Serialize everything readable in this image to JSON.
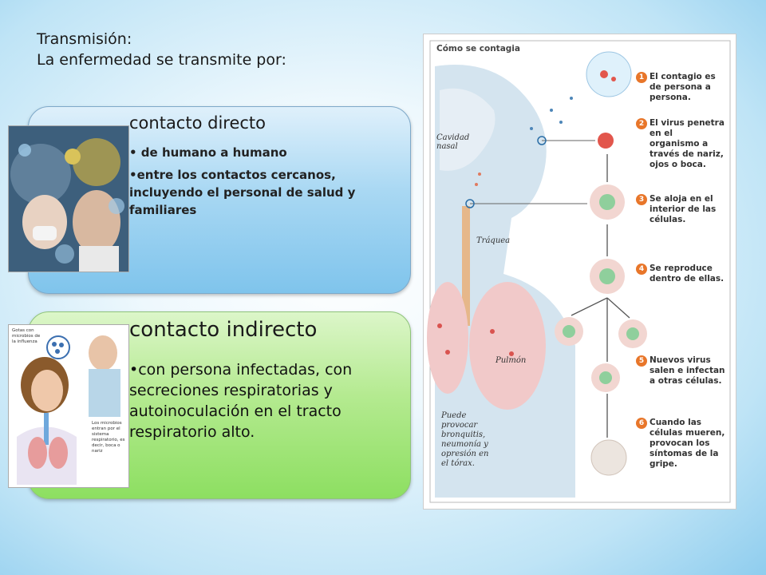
{
  "heading": {
    "line1": "Transmisión:",
    "line2": "La enfermedad se transmite por:"
  },
  "cards": [
    {
      "title": "contacto directo",
      "bullets": [
        "• de humano a humano",
        "•entre los contactos cercanos, incluyendo el personal de salud y familiares"
      ]
    },
    {
      "title": "contacto  indirecto",
      "bullets": [
        "•con persona infectadas, con secreciones respiratorias y autoinoculación en el tracto respiratorio alto."
      ]
    }
  ],
  "thumb2": {
    "label_top": "Gotas con microbios de la influenza",
    "label_bottom": "Los microbios entran por el sistema respiratorio, es decir, boca o nariz"
  },
  "infographic": {
    "title": "Cómo se contagia",
    "labels": {
      "nasal": "Cavidad nasal",
      "trachea": "Tráquea",
      "lung": "Pulmón",
      "note": "Puede provocar bronquitis, neumonía y opresión en el tórax."
    },
    "steps": [
      {
        "num": "1",
        "text": "El contagio es de persona a persona."
      },
      {
        "num": "2",
        "text": "El virus penetra en el organismo a través de nariz, ojos o boca."
      },
      {
        "num": "3",
        "text": "Se aloja en el interior de las células."
      },
      {
        "num": "4",
        "text": "Se reproduce dentro de ellas."
      },
      {
        "num": "5",
        "text": "Nuevos virus salen e infectan a otras células."
      },
      {
        "num": "6",
        "text": "Cuando las células mueren, provocan los síntomas de la gripe."
      }
    ]
  }
}
